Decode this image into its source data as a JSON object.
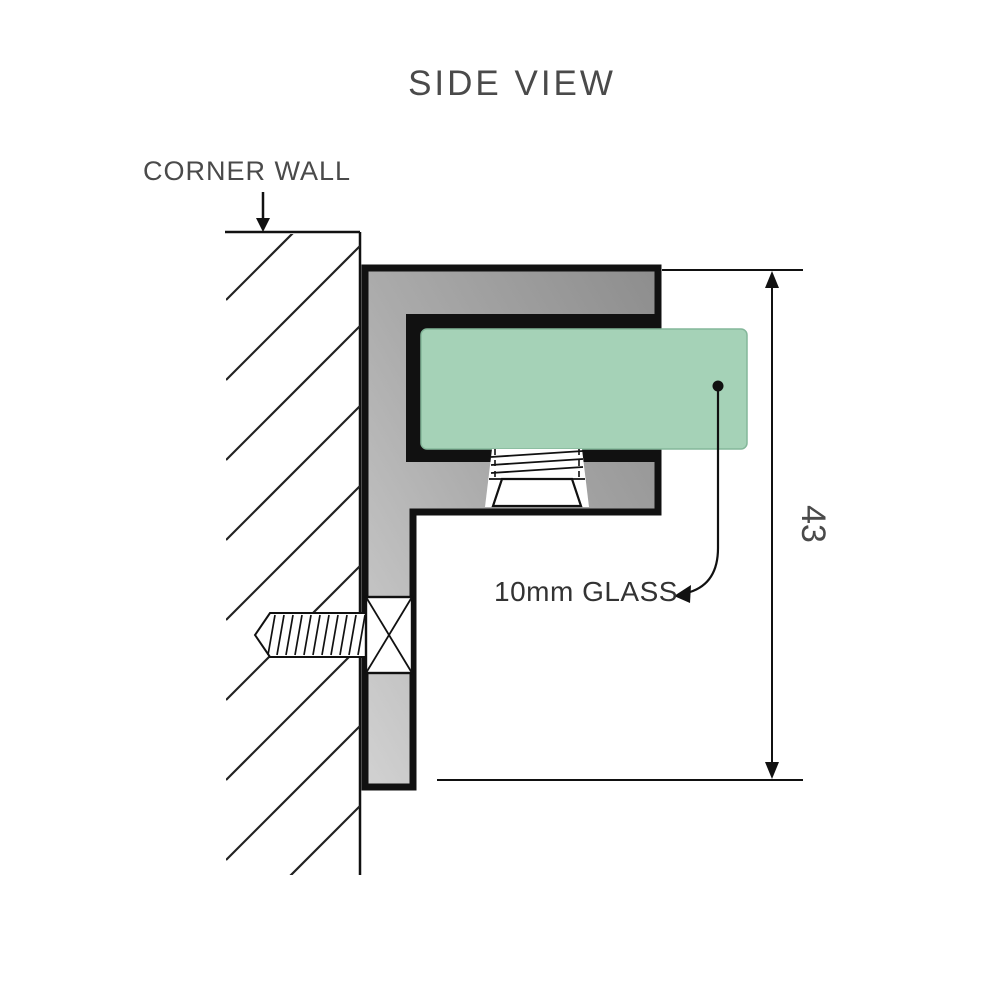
{
  "diagram": {
    "title": "SIDE VIEW",
    "wall_label": "CORNER WALL",
    "glass_label": "10mm GLASS",
    "dimension_value": "43",
    "colors": {
      "background": "#ffffff",
      "line": "#111111",
      "text": "#3d3d3d",
      "glass_fill": "#a5d2b7",
      "glass_edge": "#84b79a",
      "metal_light": "#d2d2d2",
      "metal_mid": "#ababab",
      "metal_dark": "#8d8d8d"
    }
  }
}
